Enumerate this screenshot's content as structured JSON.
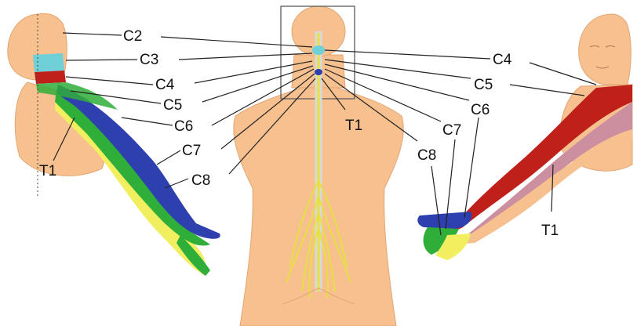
{
  "labels": {
    "c2": "C2",
    "c3": "C3",
    "c4_left": "C4",
    "c5_left": "C5",
    "c6_left": "C6",
    "c7_left": "C7",
    "c8_left": "C8",
    "t1_left": "T1",
    "t1_center": "T1",
    "c4_right": "C4",
    "c5_right": "C5",
    "c6_right": "C6",
    "c7_right": "C7",
    "c8_right": "C8",
    "t1_right": "T1"
  },
  "colors": {
    "skin": "#f7c08f",
    "skin_outline": "#e3a574",
    "c2": "#f0b07d",
    "c3": "#6fd0d8",
    "c4": "#c0201a",
    "c5": "#d94a2a",
    "c6": "#2e3fae",
    "c7": "#2fae3a",
    "c8": "#f1ef60",
    "t1": "#cc8fa0",
    "nerve": "#e8e040",
    "spine": "#d6dbd8"
  }
}
